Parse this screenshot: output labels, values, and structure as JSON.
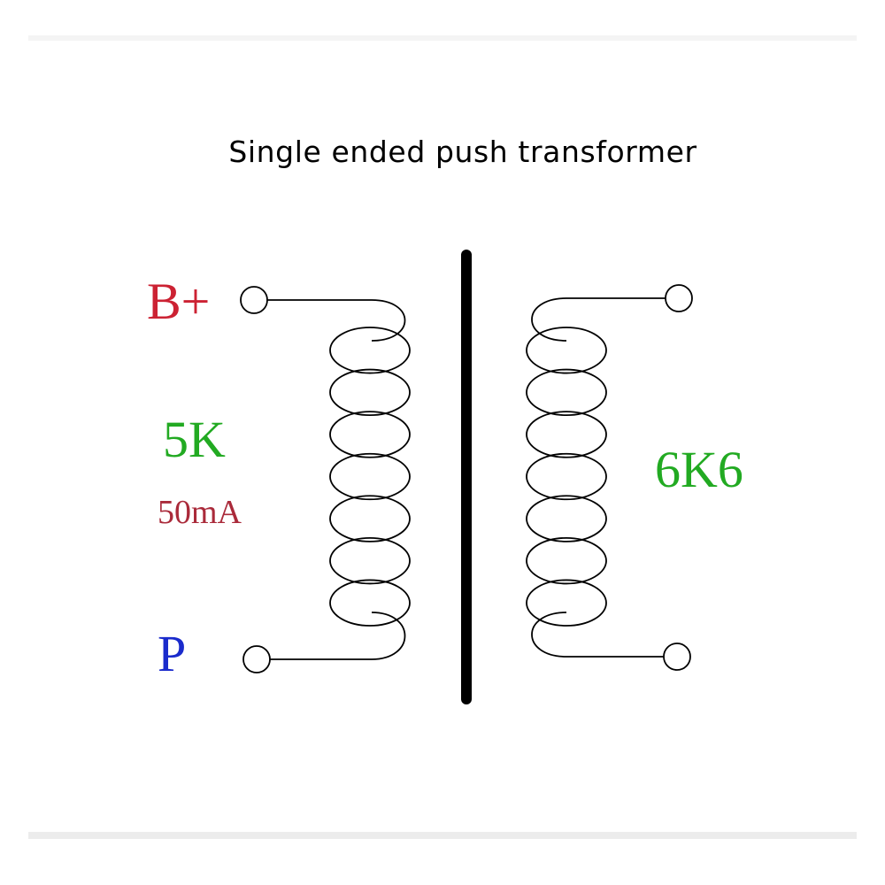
{
  "title": "Single ended push transformer",
  "labels": {
    "b_plus": "B+",
    "primary_impedance": "5K",
    "primary_current": "50mA",
    "plate": "P",
    "secondary_impedance": "6K6"
  },
  "colors": {
    "b_plus": "#cc2233",
    "primary_impedance": "#22aa22",
    "primary_current": "#aa2a3a",
    "plate": "#1a2bcc",
    "secondary_impedance": "#22aa22",
    "ink": "#000000"
  },
  "primary_coil_turns": 7,
  "secondary_coil_turns": 7
}
